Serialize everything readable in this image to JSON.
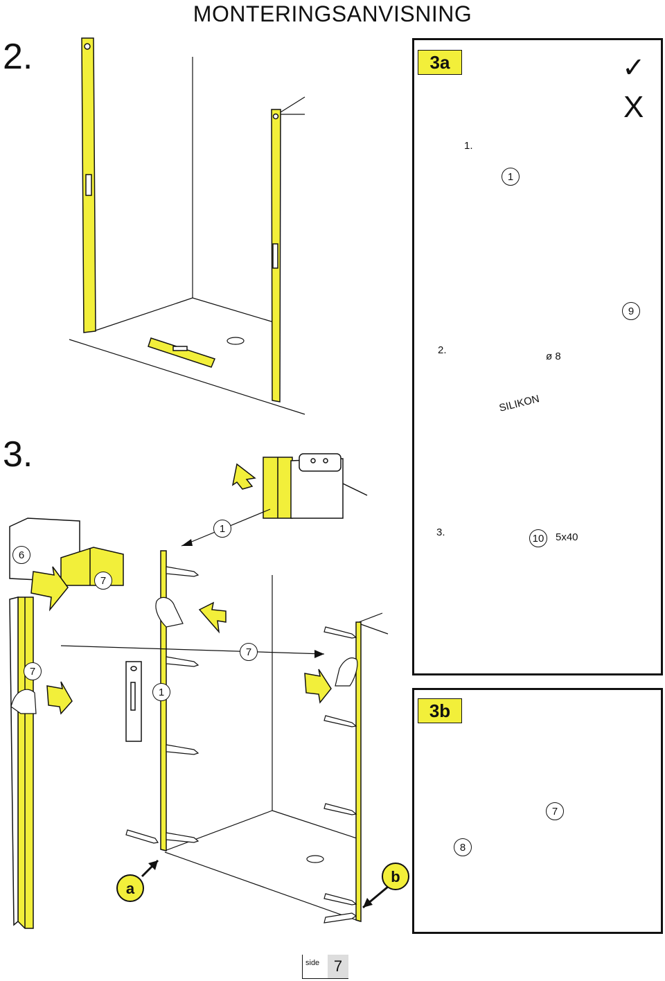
{
  "header": {
    "title": "MONTERINGSANVISNING"
  },
  "steps": {
    "step2": "2.",
    "step3": "3."
  },
  "panel3a": {
    "tag": "3a",
    "sub1": "1.",
    "sub2": "2.",
    "sub3": "3.",
    "callout1": "1",
    "callout9": "9",
    "callout10": "10",
    "dowel_label": "ø 8",
    "silicone_label": "SILIKON",
    "screw_label": "5x40",
    "check_mark": "✓",
    "cross_mark": "X"
  },
  "panel3b": {
    "tag": "3b",
    "callout7": "7",
    "callout8": "8"
  },
  "main": {
    "callout6": "6",
    "callout7_a": "7",
    "callout7_b": "7",
    "callout7_c": "7",
    "callout1_a": "1",
    "callout1_b": "1",
    "label_a": "a",
    "label_b": "b"
  },
  "footer": {
    "side_label": "side",
    "page_number": "7"
  },
  "colors": {
    "accent_yellow": "#f2ef3a",
    "line": "#111111"
  }
}
